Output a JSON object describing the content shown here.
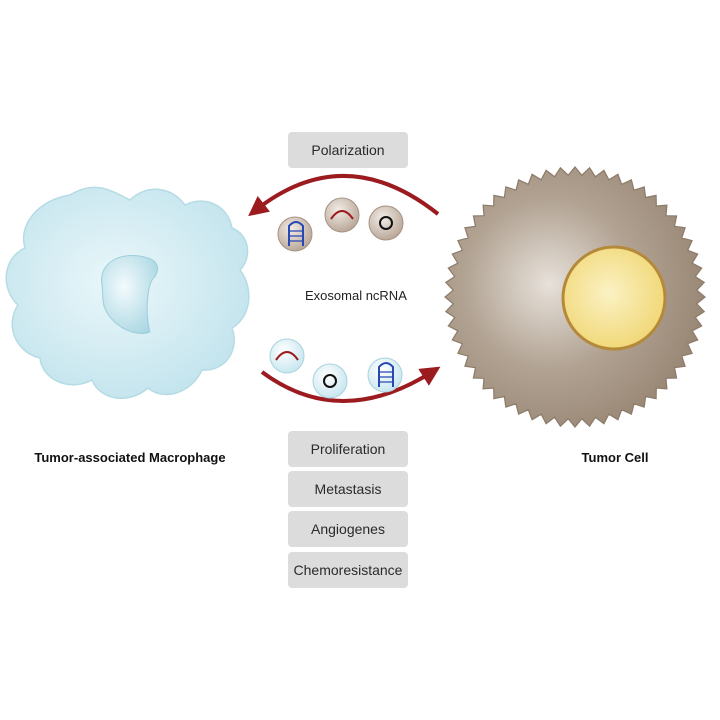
{
  "top_box": {
    "label": "Polarization"
  },
  "center_label": "Exosomal ncRNA",
  "left_cell": {
    "label": "Tumor-associated Macrophage",
    "icon": "macrophage-cell-icon",
    "color": "#c9e7ef"
  },
  "right_cell": {
    "label": "Tumor Cell",
    "icon": "tumor-cell-icon",
    "color": "#9c8b7a",
    "nucleus_color": "#f3df8e"
  },
  "effects": [
    {
      "label": "Proliferation"
    },
    {
      "label": "Metastasis"
    },
    {
      "label": "Angiogenes"
    },
    {
      "label": "Chemoresistance"
    }
  ],
  "arrow_color": "#9b1b1f",
  "top_vesicle_color": "#bfae9f",
  "bottom_vesicle_color": "#d4edf3"
}
